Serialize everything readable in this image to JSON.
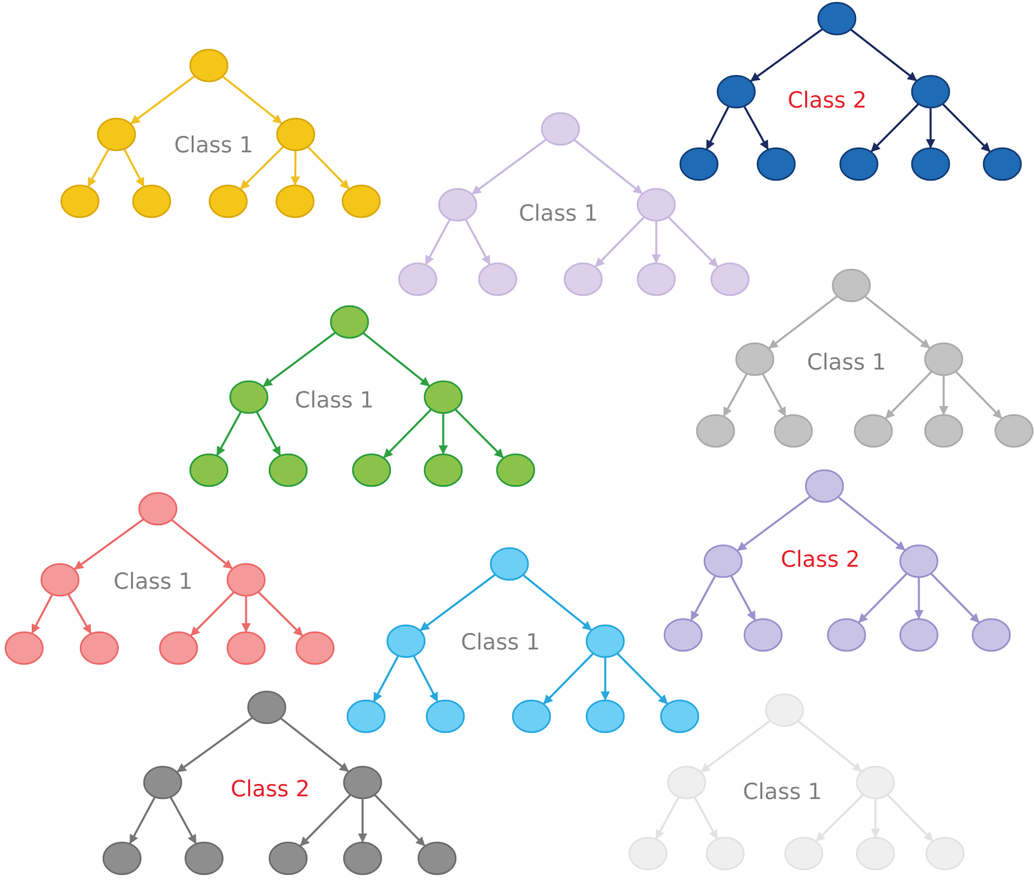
{
  "trees": [
    {
      "label": "Class 1",
      "label_color": "#808080",
      "fill": "#F5C518",
      "stroke": "#D9A90E",
      "edge": "#F0C020"
    },
    {
      "label": "Class 2",
      "label_color": "#E8202A",
      "fill": "#1F6BB5",
      "stroke": "#15407A",
      "edge": "#1B2A5E"
    },
    {
      "label": "Class 1",
      "label_color": "#808080",
      "fill": "#DCD0EA",
      "stroke": "#C7B6DE",
      "edge": "#C9B8E0"
    },
    {
      "label": "Class 1",
      "label_color": "#808080",
      "fill": "#C3C3C3",
      "stroke": "#ABABAB",
      "edge": "#AFAFAF"
    },
    {
      "label": "Class 1",
      "label_color": "#808080",
      "fill": "#8BC34A",
      "stroke": "#2E9E3E",
      "edge": "#2EA043"
    },
    {
      "label": "Class 2",
      "label_color": "#E8202A",
      "fill": "#C9C4E6",
      "stroke": "#9A92CC",
      "edge": "#9A92CC"
    },
    {
      "label": "Class 1",
      "label_color": "#808080",
      "fill": "#F59A9A",
      "stroke": "#EC6A6A",
      "edge": "#EC6B6B"
    },
    {
      "label": "Class 1",
      "label_color": "#808080",
      "fill": "#6ECFF6",
      "stroke": "#28A9E0",
      "edge": "#26A8DF"
    },
    {
      "label": "Class 2",
      "label_color": "#E8202A",
      "fill": "#8E8E8E",
      "stroke": "#6E6E6E",
      "edge": "#767676"
    },
    {
      "label": "Class 1",
      "label_color": "#808080",
      "fill": "#EFEFEF",
      "stroke": "#E2E2E2",
      "edge": "#E2E2E2"
    }
  ]
}
